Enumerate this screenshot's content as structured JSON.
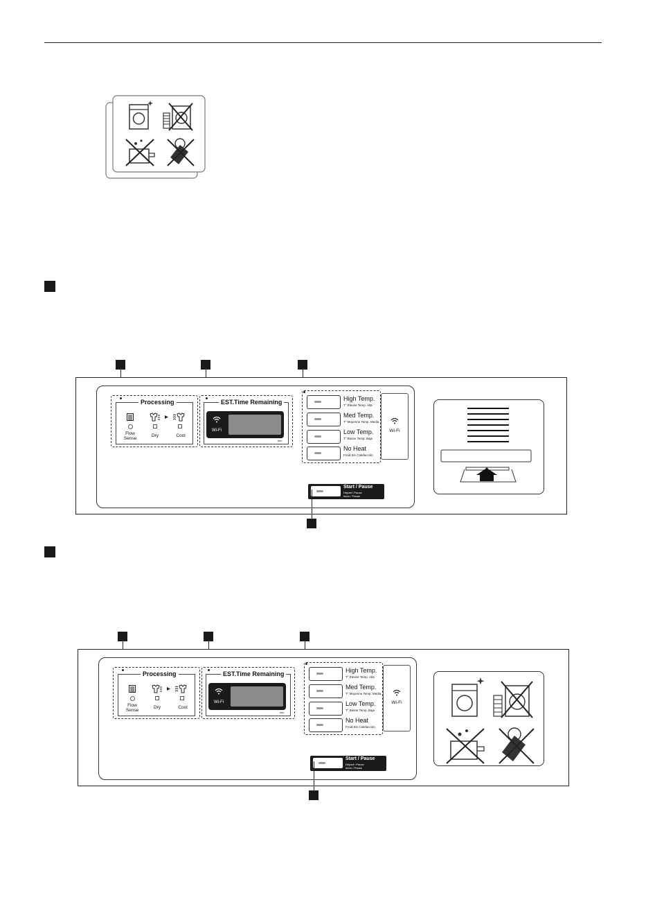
{
  "panels": [
    {
      "processing": {
        "title": "Processing",
        "items": [
          {
            "label": "Flow\nSense",
            "icon": "flow-sense-icon"
          },
          {
            "label": "Dry",
            "icon": "dry-icon"
          },
          {
            "label": "Cool",
            "icon": "cool-icon"
          }
        ]
      },
      "time": {
        "title": "EST.Time Remaining",
        "wifi": "Wi-Fi",
        "unit": "min"
      },
      "temps": [
        {
          "main": "High Temp.",
          "sub": "T° Élevée  Temp. Alta"
        },
        {
          "main": "Med Temp.",
          "sub": "T° Moyenne  Temp. Media"
        },
        {
          "main": "Low Temp.",
          "sub": "T° Basse  Temp. Baja"
        },
        {
          "main": "No Heat",
          "sub": "Froid  Sin Calefacción"
        }
      ],
      "wifi_button": "Wi-Fi",
      "start": {
        "main": "Start / Pause",
        "sub1": "Départ / Pause",
        "sub2": "Inicio / Pause"
      }
    },
    {
      "processing": {
        "title": "Processing",
        "items": [
          {
            "label": "Flow\nSense",
            "icon": "flow-sense-icon"
          },
          {
            "label": "Dry",
            "icon": "dry-icon"
          },
          {
            "label": "Cool",
            "icon": "cool-icon"
          }
        ]
      },
      "time": {
        "title": "EST.Time Remaining",
        "wifi": "Wi-Fi",
        "unit": "min"
      },
      "temps": [
        {
          "main": "High Temp.",
          "sub": "T° Élevée  Temp. Alta"
        },
        {
          "main": "Med Temp.",
          "sub": "T° Moyenne  Temp. Media"
        },
        {
          "main": "Low Temp.",
          "sub": "T° Basse  Temp. Baja"
        },
        {
          "main": "No Heat",
          "sub": "Froid  Sin Calefacción"
        }
      ],
      "wifi_button": "Wi-Fi",
      "start": {
        "main": "Start / Pause",
        "sub1": "Départ / Pause",
        "sub2": "Inicio / Pause"
      }
    }
  ]
}
